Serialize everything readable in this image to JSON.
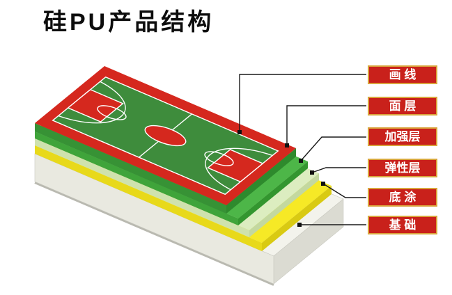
{
  "title": "硅PU产品结构",
  "labels": [
    {
      "id": "markings",
      "text": "画 线"
    },
    {
      "id": "surface",
      "text": "面 层"
    },
    {
      "id": "reinforcement",
      "text": "加强层"
    },
    {
      "id": "elastic",
      "text": "弹性层"
    },
    {
      "id": "primer",
      "text": "底 涂"
    },
    {
      "id": "foundation",
      "text": "基 础"
    }
  ],
  "layers": [
    {
      "name": "court-markings",
      "color": "#ffffff"
    },
    {
      "name": "surface-layer",
      "color": "#d5281e"
    },
    {
      "name": "reinforcement-layer",
      "color": "#4db648"
    },
    {
      "name": "elastic-layer",
      "color": "#dcedc0"
    },
    {
      "name": "primer-layer",
      "color": "#f6e926"
    },
    {
      "name": "foundation-layer",
      "color": "#f3f3ec"
    }
  ],
  "court": {
    "field": "#3e8c3c",
    "border": "#d5281e",
    "line": "#ffffff"
  },
  "label_style": {
    "bg": "#c9211b",
    "border": "#d9a43c",
    "text_color": "#ffffff",
    "leader_line": "#1a1a1a"
  }
}
